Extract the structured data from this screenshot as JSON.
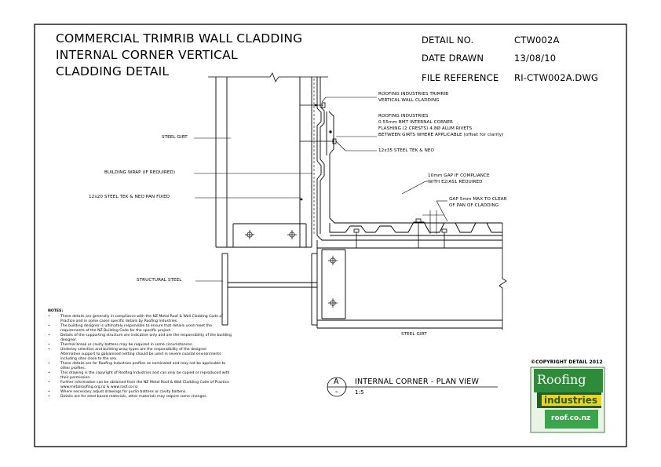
{
  "title": {
    "line1": "COMMERCIAL TRIMRIB WALL CLADDING",
    "line2": "INTERNAL CORNER VERTICAL",
    "line3": "CLADDING DETAIL"
  },
  "header": {
    "detail_no_label": "DETAIL NO.",
    "detail_no_value": "CTW002A",
    "date_label": "DATE DRAWN",
    "date_value": "13/08/10",
    "file_label": "FILE REFERENCE",
    "file_value": "RI-CTW002A.DWG"
  },
  "labels": {
    "cladding": [
      "ROOFING INDUSTRIES TRIMRIB",
      "VERTICAL WALL CLADDING"
    ],
    "flashing": [
      "ROOFING INDUSTRIES",
      "0.55mm BMT INTERNAL CORNER",
      "FLASHING (2 CRESTS) 4.8Ø ALUM RIVETS",
      "BETWEEN GIRTS WHERE APPLICABLE (offset for clarity)"
    ],
    "tek_neo": "12x35 STEEL TEK & NEO",
    "gap_compliance": [
      "10mm GAP IF COMPLIANCE",
      "WITH E2/AS1 REQUIRED"
    ],
    "gap_max": [
      "GAP 5mm MAX TO CLEAR",
      "OF PAN OF CLADDING"
    ],
    "steel_girt_left": "STEEL GIRT",
    "building_wrap": "BUILDING WRAP (IF REQUIRED)",
    "pan_fixed": "12x20 STEEL TEK & NEO PAN FIXED",
    "structural_steel": "STRUCTURAL STEEL",
    "steel_girt_bottom": "STEEL GIRT"
  },
  "notes": {
    "heading": "NOTES:",
    "items": [
      [
        "These details are generally in compliance with the NZ Metal Roof & Wall Cladding Code of",
        "Practice and in some cases specific details by Roofing Industries."
      ],
      [
        "The building designer is ultimately responsible to ensure that details used meet the",
        "requirements of the NZ Building Code for the specific project."
      ],
      [
        "Details of the supporting structure are indicative only and are the responsibility of the building",
        "designer."
      ],
      [
        "Thermal break or cavity battens may be required in some circumstances."
      ],
      [
        "Underlay selection and building wrap types are the responsibility of the designer.",
        "Alternative support to galvanised netting should be used in severe coastal environments",
        "including sites close to the sea."
      ],
      [
        "These details are for Roofing Industries profiles as nominated and may not be applicable to",
        "other profiles."
      ],
      [
        "This drawing is the copyright of Roofing Industries and can only be copied or reproduced with",
        "their permission."
      ],
      [
        "Further information can be obtained from the NZ Metal Roof & Wall Cladding Code of Practice",
        "www.metalroofing.org.nz & www.roof.co.nz"
      ],
      [
        "Where necessary adjust drawings for purlin battens or cavity battens."
      ],
      [
        "Details are for steel based materials, other materials may require some changes."
      ]
    ]
  },
  "view": {
    "marker_letter": "A",
    "marker_bottom": "-",
    "title": "INTERNAL CORNER - PLAN VIEW",
    "scale": "1:5"
  },
  "copyright": "©COPYRIGHT DETAIL 2012",
  "logo": {
    "word1": "Roofing",
    "word2": "industries",
    "url": "roof.co.nz",
    "colors": {
      "green": "#2e8b3a",
      "yellow": "#f2d21b",
      "dark": "#1f5e2a"
    }
  }
}
